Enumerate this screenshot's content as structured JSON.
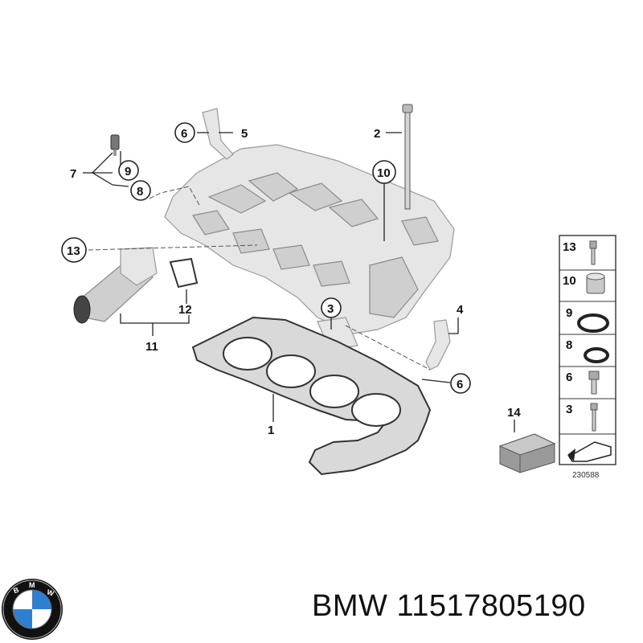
{
  "diagram": {
    "callouts": {
      "c1": "1",
      "c2": "2",
      "c3": "3",
      "c4": "4",
      "c5": "5",
      "c6a": "6",
      "c6b": "6",
      "c7": "7",
      "c8": "8",
      "c9": "9",
      "c10": "10",
      "c11": "11",
      "c12": "12",
      "c13": "13",
      "c14": "14"
    },
    "legend": {
      "items": [
        "13",
        "10",
        "9",
        "8",
        "6",
        "3"
      ],
      "image_number": "230588"
    }
  },
  "footer": {
    "brand": "BMW",
    "part_number": "11517805190",
    "logo_text": "BMW",
    "logo_colors": {
      "blue": "#2f7fd0",
      "white": "#ffffff",
      "ring": "#111111"
    }
  }
}
